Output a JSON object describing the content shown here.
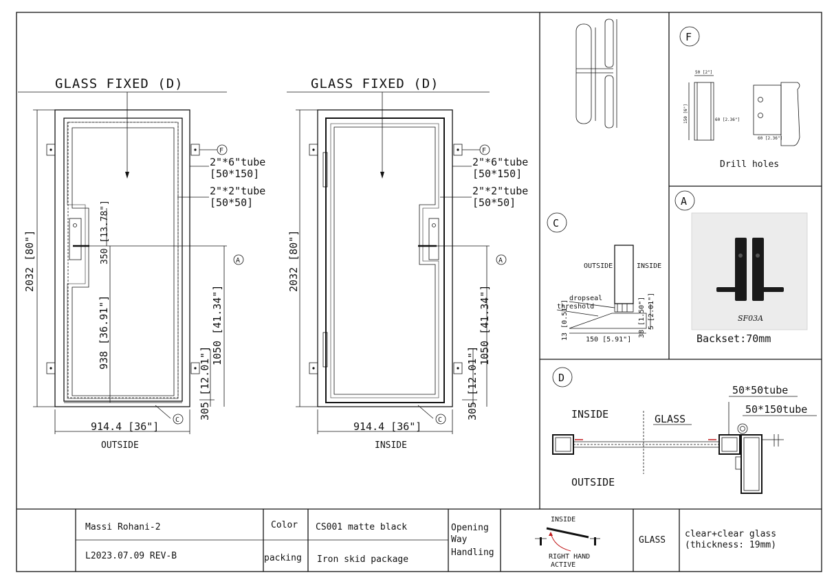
{
  "left_view": {
    "title": "GLASS FIXED (D)",
    "tube1_a": "2\"*6\"tube",
    "tube1_b": "[50*150]",
    "tube2_a": "2\"*2\"tube",
    "tube2_b": "[50*50]",
    "height_dim": "2032 [80\"]",
    "width_dim": "914.4 [36\"]",
    "dim_1050": "1050 [41.34\"]",
    "dim_938": "938 [36.91\"]",
    "dim_350": "350 [13.78\"]",
    "dim_305": "305 [12.01\"]",
    "side_label": "OUTSIDE",
    "callout_f": "F",
    "callout_a": "A",
    "callout_c": "C"
  },
  "right_view": {
    "title": "GLASS FIXED (D)",
    "tube1_a": "2\"*6\"tube",
    "tube1_b": "[50*150]",
    "tube2_a": "2\"*2\"tube",
    "tube2_b": "[50*50]",
    "height_dim": "2032 [80\"]",
    "width_dim": "914.4 [36\"]",
    "dim_1050": "1050 [41.34\"]",
    "dim_305": "305 [12.01\"]",
    "side_label": "INSIDE",
    "callout_f": "F",
    "callout_a": "A",
    "callout_c": "C"
  },
  "detail_f": {
    "letter": "F",
    "caption": "Drill holes",
    "d50": "50 [2\"]",
    "d150": "150 [6\"]",
    "d60a": "60 [2.36\"]",
    "d60b": "60 [2.36\"]"
  },
  "detail_c": {
    "letter": "C",
    "outside": "OUTSIDE",
    "inside": "INSIDE",
    "dropseal": "dropseal",
    "threshold": "threshold",
    "d150": "150 [5.91\"]",
    "d13": "13 [0.51\"]",
    "d38": "38 [1.50\"]",
    "d5": "5 [2.01\"]"
  },
  "detail_a": {
    "letter": "A",
    "product_code": "SF03A",
    "caption": "Backset:70mm"
  },
  "detail_d": {
    "letter": "D",
    "inside": "INSIDE",
    "outside": "OUTSIDE",
    "glass": "GLASS",
    "tube_small": "50*50tube",
    "tube_large": "50*150tube"
  },
  "title_block": {
    "client": "Massi Rohani-2",
    "revision": "L2023.07.09 REV-B",
    "color_label": "Color",
    "color_value": "CS001 matte black",
    "packing_label": "packing",
    "packing_value": "Iron skid package",
    "opening_label_1": "Opening",
    "opening_label_2": "Way",
    "handling_label": "Handling",
    "swing_inside": "INSIDE",
    "swing_label_1": "RIGHT HAND",
    "swing_label_2": "ACTIVE",
    "glass_label": "GLASS",
    "glass_value_1": "clear+clear glass",
    "glass_value_2": "(thickness: 19mm)"
  },
  "colors": {
    "line": "#111111",
    "photo_bg": "#ececec",
    "handle": "#1a1a1a",
    "arrow_red": "#c0181a"
  }
}
